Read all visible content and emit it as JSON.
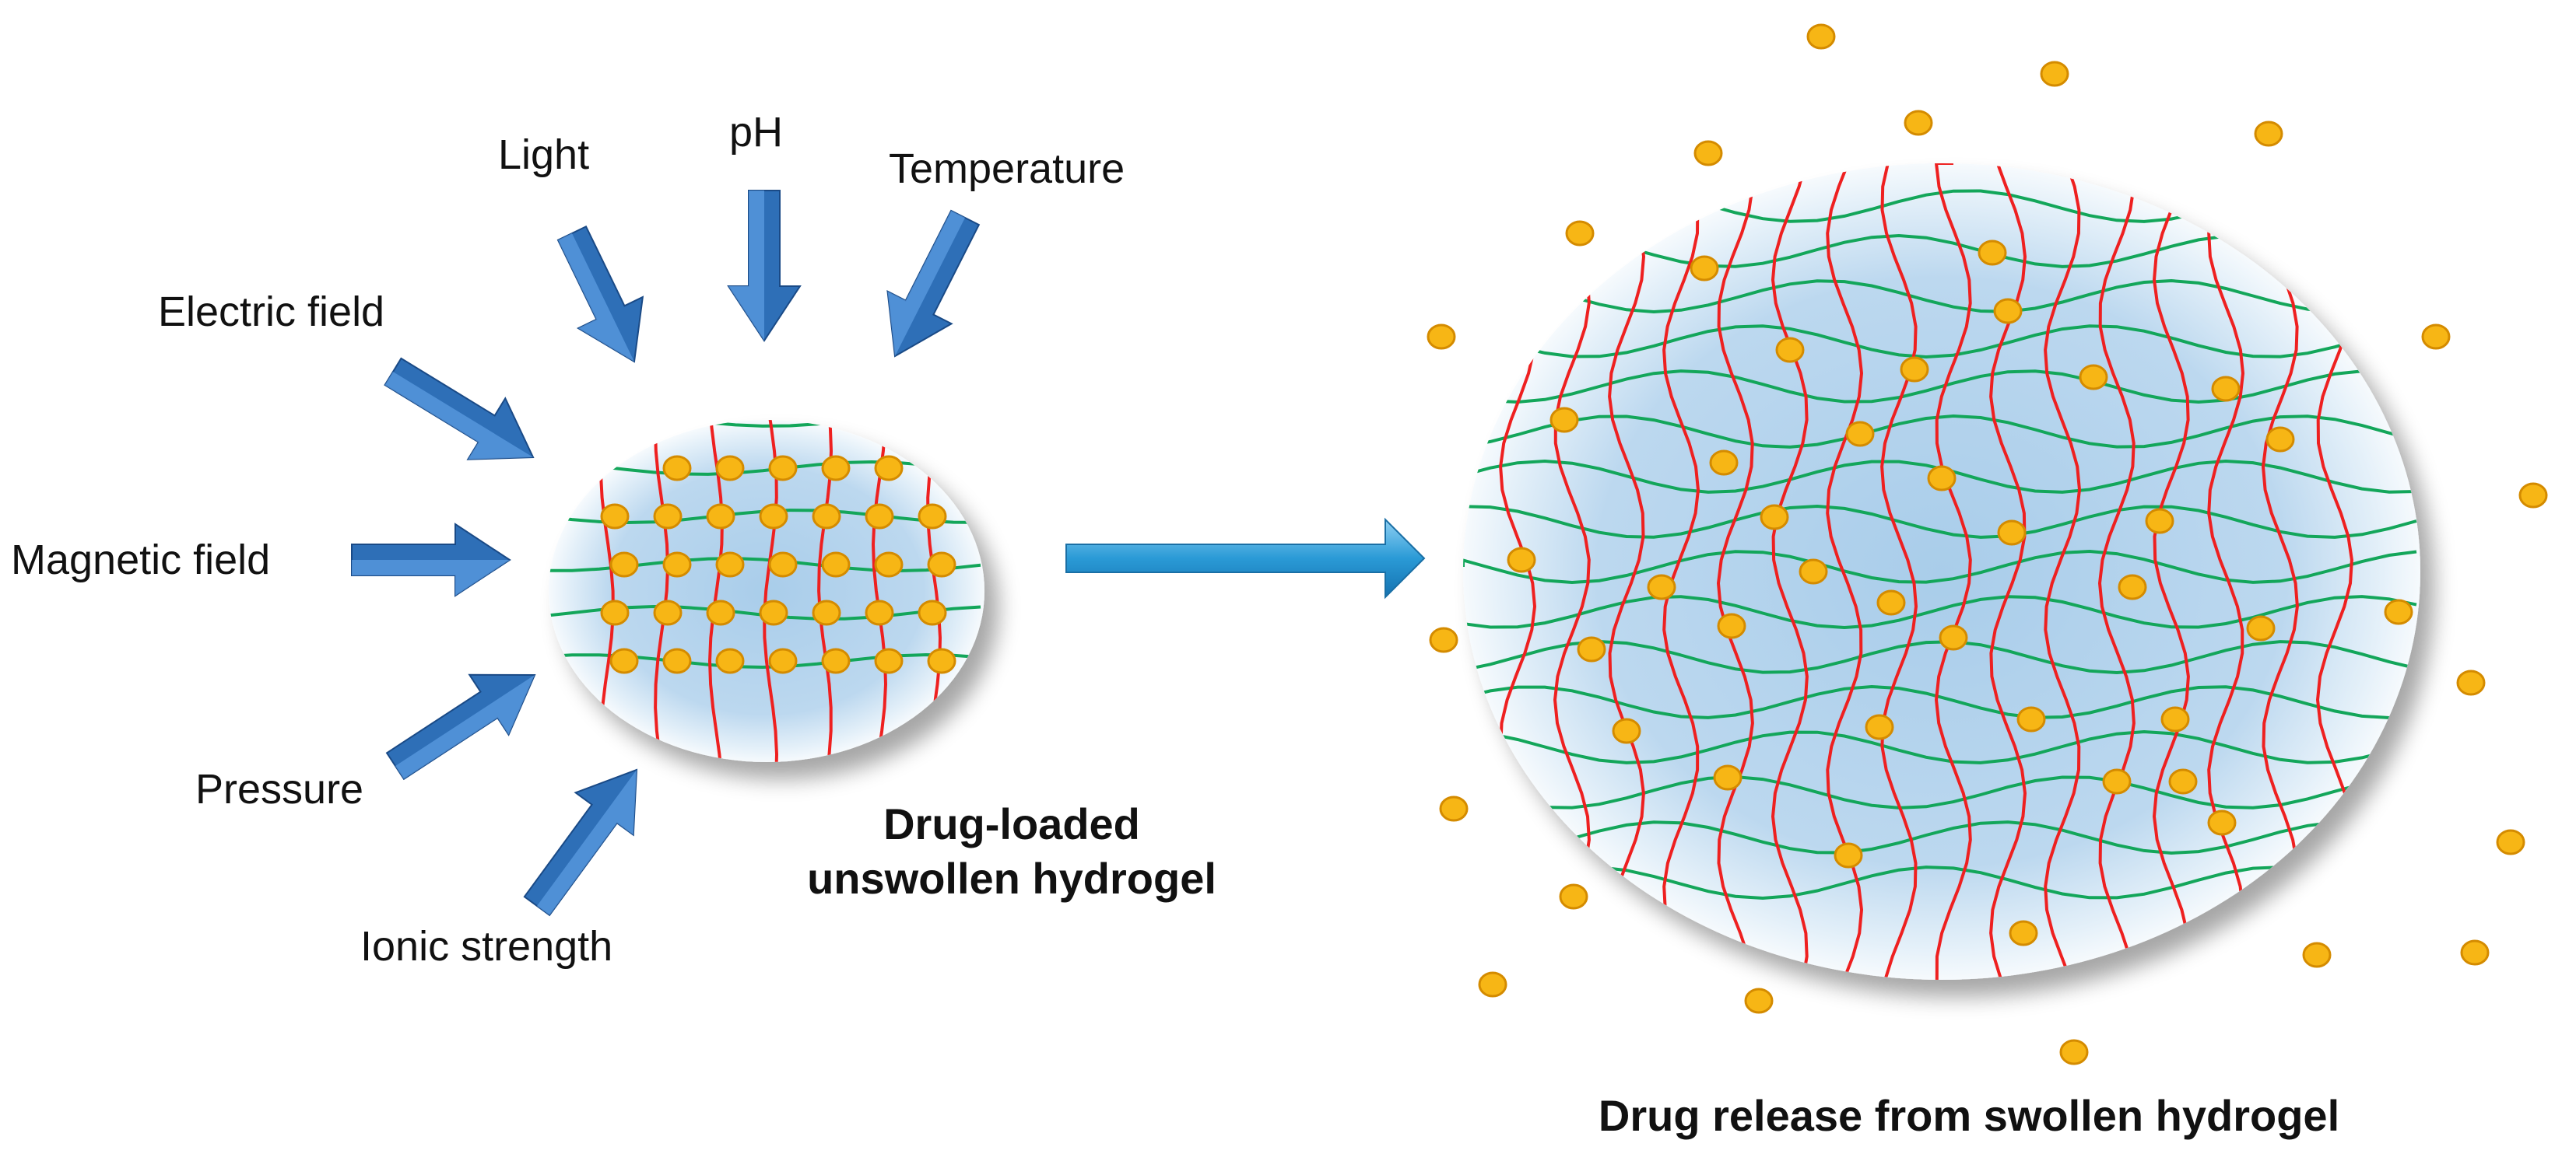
{
  "stimuli": {
    "light": "Light",
    "ph": "pH",
    "temperature": "Temperature",
    "electric_field": "Electric field",
    "magnetic_field": "Magnetic field",
    "pressure": "Pressure",
    "ionic_strength": "Ionic strength"
  },
  "captions": {
    "unswollen_line1": "Drug-loaded",
    "unswollen_line2": "unswollen hydrogel",
    "swollen": "Drug release from swollen hydrogel"
  },
  "colors": {
    "arrow_blue": "#2e6fb7",
    "arrow_light": "#5b9be0",
    "transition_arrow": "#2a9ad6",
    "sphere_fill": "#bcd7ee",
    "crosslink_red": "#ee2020",
    "chain_green": "#13a65a",
    "drug_yellow": "#f7b615",
    "drug_outline": "#d48b00"
  }
}
